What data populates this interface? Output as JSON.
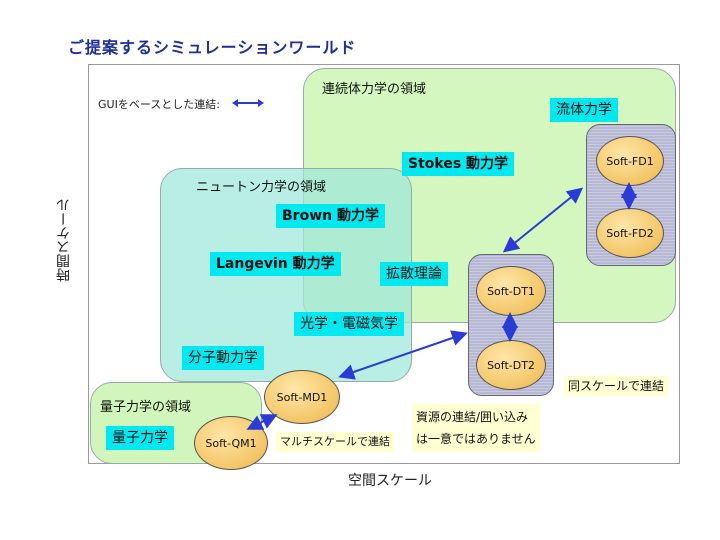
{
  "title": "ご提案するシミュレーションワールド",
  "axes": {
    "y_label": "時間スケール",
    "x_label": "空間スケール"
  },
  "legend": {
    "text": "GUIをベースとした連結:"
  },
  "regions": {
    "continuum": "連続体力学の領域",
    "newton": "ニュートン力学の領域",
    "quantum": "量子力学の領域"
  },
  "topics": {
    "fluid": "流体力学",
    "stokes": "Stokes 動力学",
    "brown": "Brown 動力学",
    "langevin": "Langevin 動力学",
    "diffusion": "拡散理論",
    "optics": "光学・電磁気学",
    "molecular": "分子動力学",
    "quantum": "量子力学"
  },
  "tools": {
    "fd1": "Soft-FD1",
    "fd2": "Soft-FD2",
    "dt1": "Soft-DT1",
    "dt2": "Soft-DT2",
    "md1": "Soft-MD1",
    "qm1": "Soft-QM1"
  },
  "notes": {
    "same_scale": "同スケールで連結",
    "multi_scale": "マルチスケールで連結",
    "resources_line1": "資源の連結/囲い込み",
    "resources_line2": "は一意ではありません"
  },
  "colors": {
    "title": "#1f2f9a",
    "arrow": "#2b3bd6",
    "continuum_region": "#ccf5b4",
    "newton_region": "#a0e8da",
    "topic_box": "#00e8f0",
    "tool_ellipse": "#f3c566",
    "capsule": "#b6b8d4",
    "note_box": "#ffffd2"
  }
}
